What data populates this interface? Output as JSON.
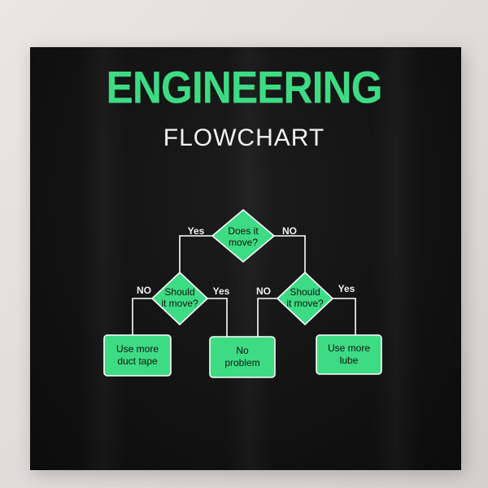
{
  "title": "ENGINEERING",
  "subtitle": "FLOWCHART",
  "colors": {
    "accent": "#3ddc84",
    "text": "#f3f3f3",
    "background": "#121212"
  },
  "nodes": {
    "root": [
      "Does it",
      "move?"
    ],
    "left_decision": [
      "Should",
      "it move?"
    ],
    "right_decision": [
      "Should",
      "it move?"
    ],
    "outcome_left": [
      "Use more",
      "duct tape"
    ],
    "outcome_middle": [
      "No",
      "problem"
    ],
    "outcome_right": [
      "Use more",
      "lube"
    ]
  },
  "edges": {
    "root_left": "Yes",
    "root_right": "NO",
    "left_left": "NO",
    "left_right": "Yes",
    "right_left": "NO",
    "right_right": "Yes"
  }
}
